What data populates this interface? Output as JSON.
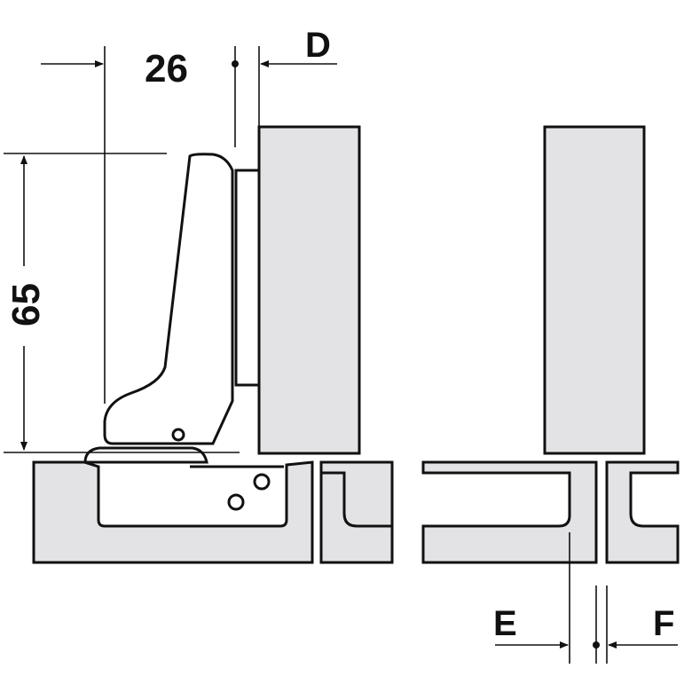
{
  "dimensions": {
    "width_label": "26",
    "height_label": "65",
    "overlay_label": "D",
    "left_gap_label": "E",
    "right_gap_label": "F"
  },
  "colors": {
    "panel_fill": "#e3e3e5",
    "stroke": "#111111",
    "background": "#ffffff"
  }
}
